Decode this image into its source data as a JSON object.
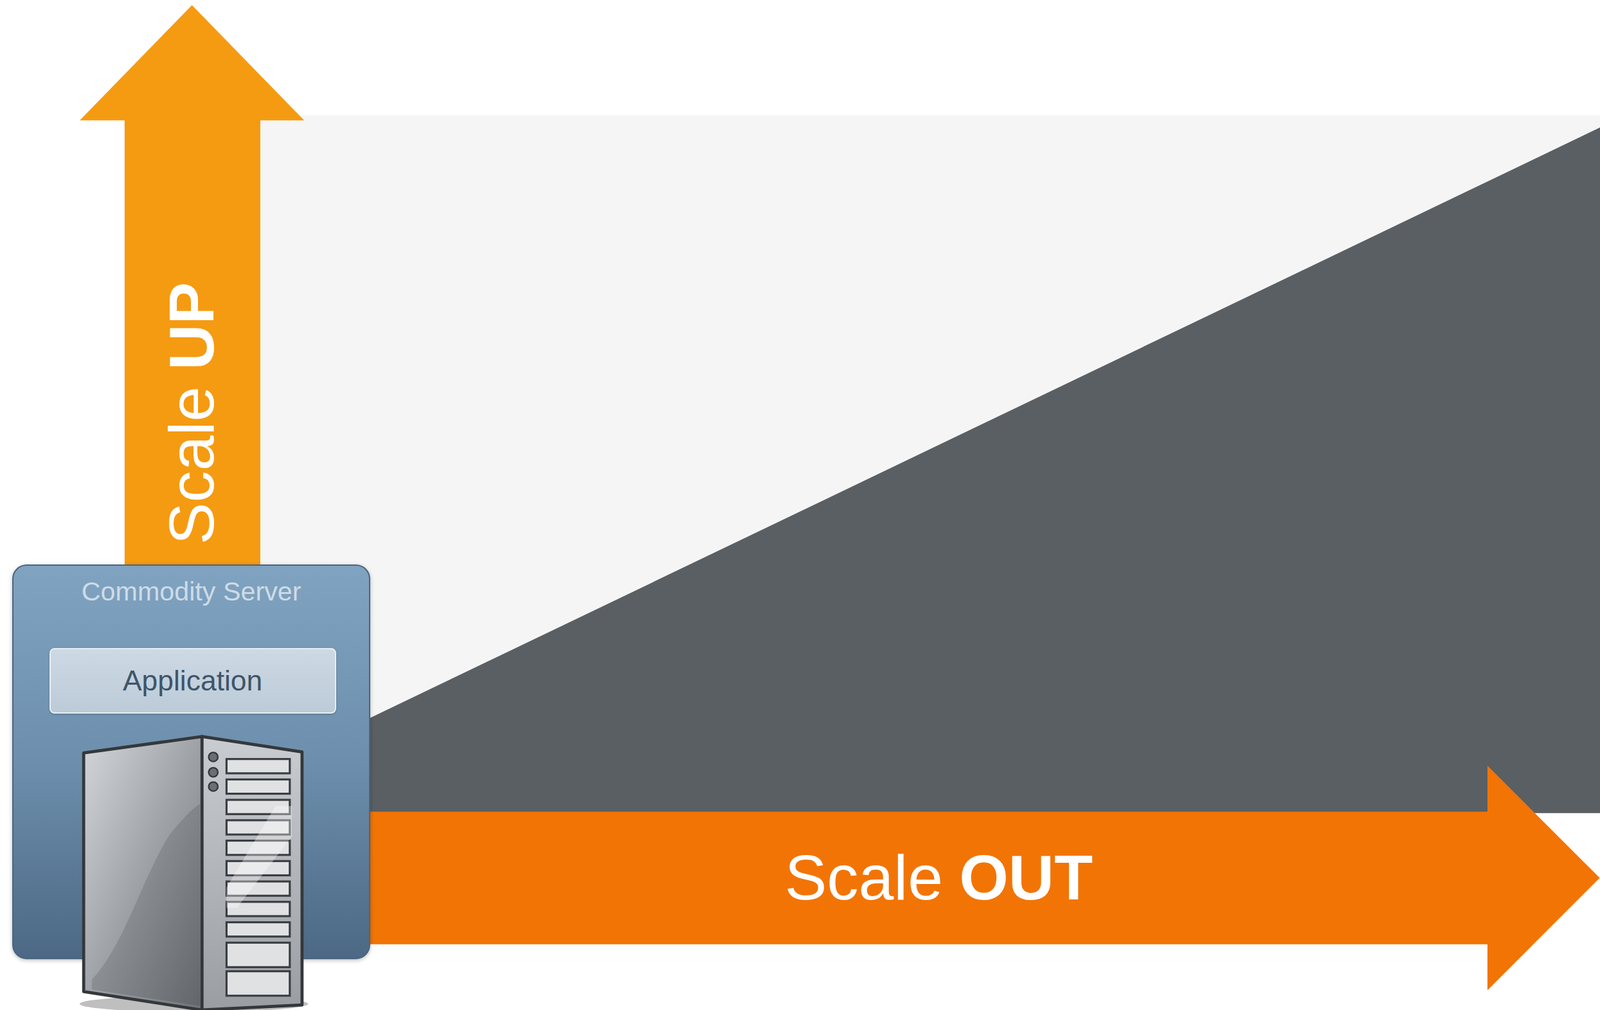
{
  "diagram": {
    "nodes": [
      {
        "text": [
          "Scale",
          "UP"
        ]
      },
      {
        "text": [
          "Commodity Server"
        ]
      },
      {
        "text": [
          "Application"
        ],
        "in": 1
      },
      {
        "text": [
          "Scale",
          "OUT"
        ]
      }
    ]
  }
}
